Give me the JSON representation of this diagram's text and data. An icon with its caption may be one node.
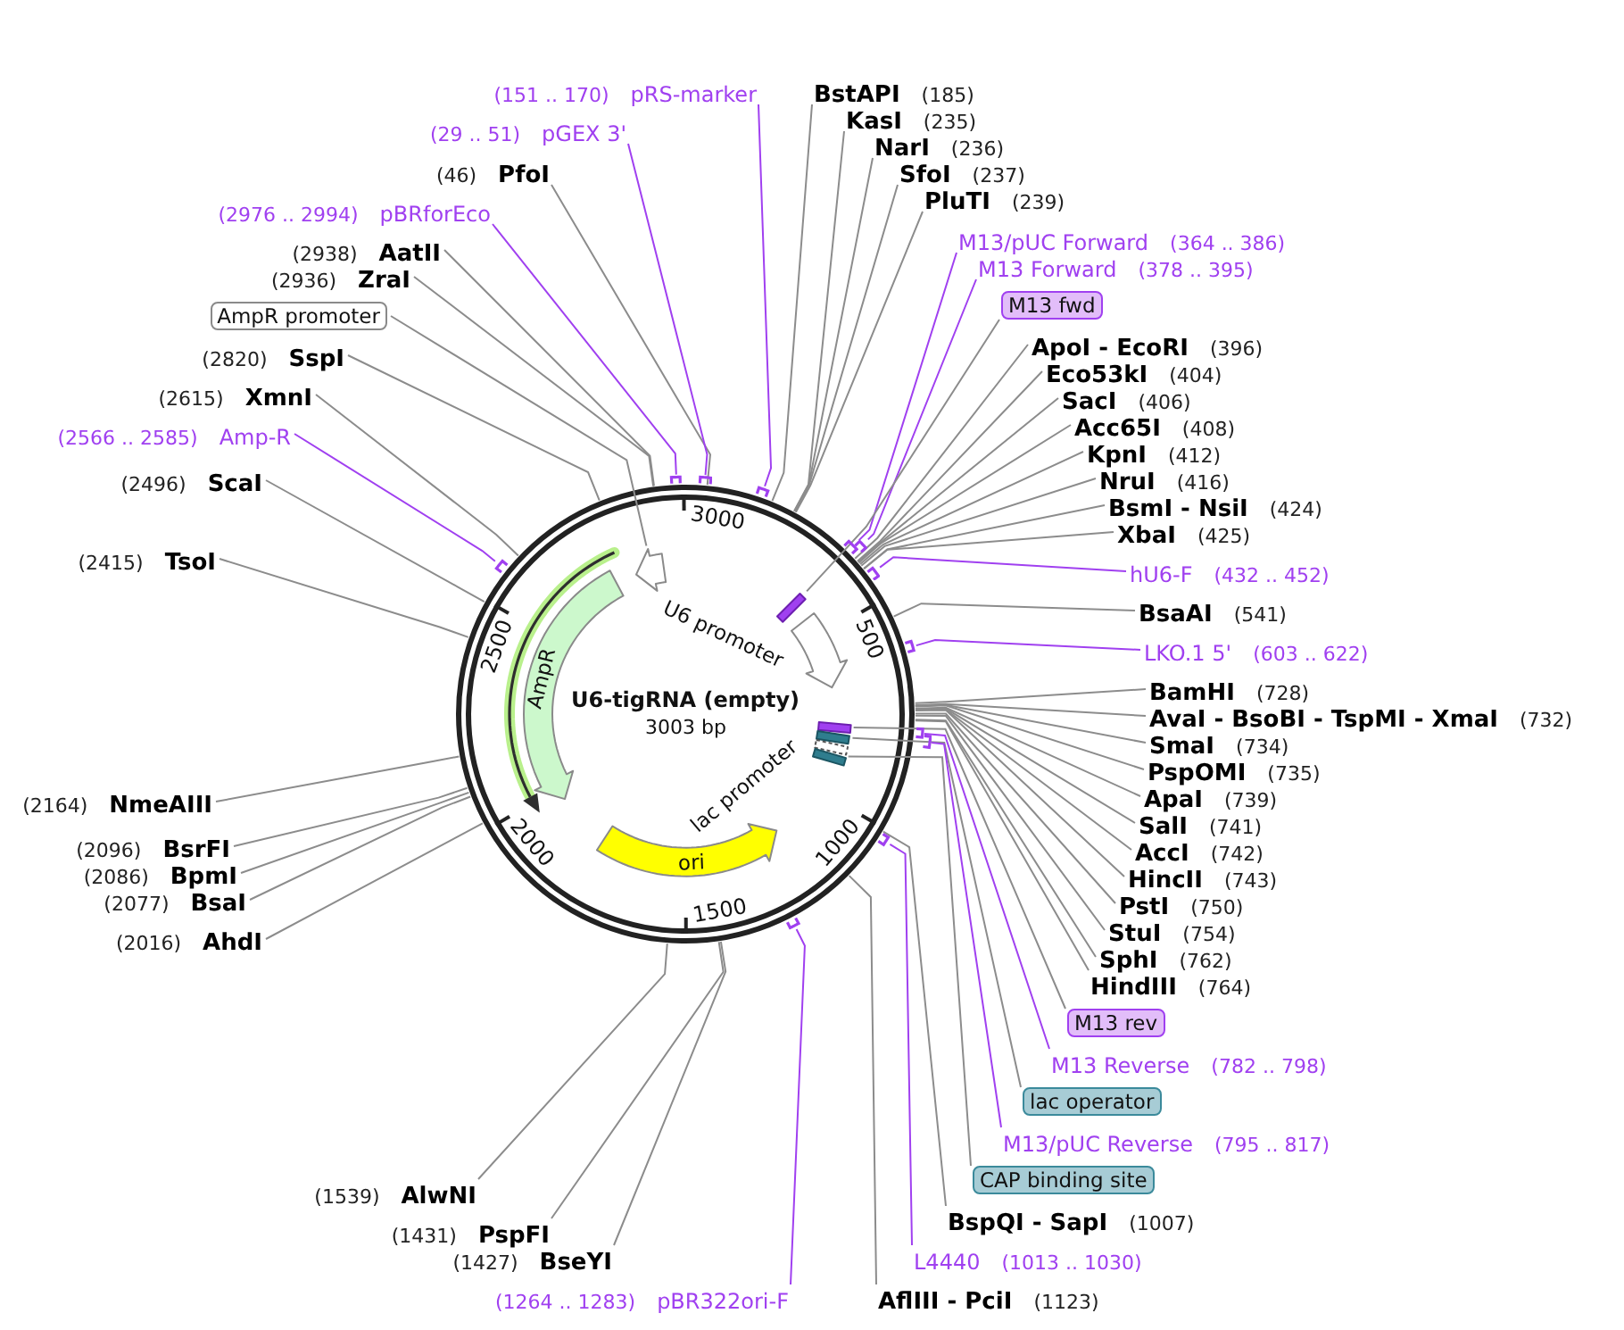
{
  "diagram": {
    "nodes": [
      {
        "text": [
          "U6-tigRNA (empty)",
          "3003 bp"
        ]
      },
      {
        "text": [],
        "shape": "arrow",
        "in": 0
      },
      {
        "text": [
          "U6 promoter"
        ],
        "in": 0
      },
      {
        "text": [],
        "shape": "bar",
        "in": 0
      },
      {
        "text": [],
        "shape": "bar",
        "in": 0
      },
      {
        "text": [],
        "shape": "bar",
        "in": 0
      },
      {
        "text": [
          "lac promoter"
        ],
        "in": 0
      },
      {
        "text": [],
        "shape": "bar",
        "in": 0
      },
      {
        "text": [
          "ori"
        ],
        "in": 0
      },
      {
        "text": [
          "AmpR"
        ],
        "in": 0
      },
      {
        "text": [
          "BstAPI",
          "(185)"
        ]
      },
      {
        "text": [
          "KasI",
          "(235)"
        ]
      },
      {
        "text": [
          "NarI",
          "(236)"
        ]
      },
      {
        "text": [
          "SfoI",
          "(237)"
        ]
      },
      {
        "text": [
          "PluTI",
          "(239)"
        ]
      },
      {
        "text": [
          "M13/pUC Forward",
          "(364 .. 386)"
        ]
      },
      {
        "text": [
          "M13 Forward",
          "(378 .. 395)"
        ]
      },
      {
        "text": [
          "M13 fwd"
        ]
      },
      {
        "text": [
          "ApoI - EcoRI",
          "(396)"
        ]
      },
      {
        "text": [
          "Eco53kI",
          "(404)"
        ]
      },
      {
        "text": [
          "SacI",
          "(406)"
        ]
      },
      {
        "text": [
          "Acc65I",
          "(408)"
        ]
      },
      {
        "text": [
          "KpnI",
          "(412)"
        ]
      },
      {
        "text": [
          "NruI",
          "(416)"
        ]
      },
      {
        "text": [
          "BsmI - NsiI",
          "(424)"
        ]
      },
      {
        "text": [
          "XbaI",
          "(425)"
        ]
      },
      {
        "text": [
          "hU6-F",
          "(432 .. 452)"
        ]
      },
      {
        "text": [
          "BsaAI",
          "(541)"
        ]
      },
      {
        "text": [
          "LKO.1 5'",
          "(603 .. 622)"
        ]
      },
      {
        "text": [
          "BamHI",
          "(728)"
        ]
      },
      {
        "text": [
          "AvaI - BsoBI - TspMI - XmaI",
          "(732)"
        ]
      },
      {
        "text": [
          "SmaI",
          "(734)"
        ]
      },
      {
        "text": [
          "PspOMI",
          "(735)"
        ]
      },
      {
        "text": [
          "ApaI",
          "(739)"
        ]
      },
      {
        "text": [
          "SalI",
          "(741)"
        ]
      },
      {
        "text": [
          "AccI",
          "(742)"
        ]
      },
      {
        "text": [
          "HincII",
          "(743)"
        ]
      },
      {
        "text": [
          "PstI",
          "(750)"
        ]
      },
      {
        "text": [
          "StuI",
          "(754)"
        ]
      },
      {
        "text": [
          "SphI",
          "(762)"
        ]
      },
      {
        "text": [
          "HindIII",
          "(764)"
        ]
      },
      {
        "text": [
          "M13 rev"
        ]
      },
      {
        "text": [
          "M13 Reverse",
          "(782 .. 798)"
        ]
      },
      {
        "text": [
          "lac operator"
        ]
      },
      {
        "text": [
          "M13/pUC Reverse",
          "(795 .. 817)"
        ]
      },
      {
        "text": [
          "CAP binding site"
        ]
      },
      {
        "text": [
          "BspQI - SapI",
          "(1007)"
        ]
      },
      {
        "text": [
          "L4440",
          "(1013 .. 1030)"
        ]
      },
      {
        "text": [
          "AflIII - PciI",
          "(1123)"
        ]
      },
      {
        "text": [
          "(1264 .. 1283)",
          "pBR322ori-F"
        ]
      },
      {
        "text": [
          "(1427)",
          "BseYI"
        ]
      },
      {
        "text": [
          "(1431)",
          "PspFI"
        ]
      },
      {
        "text": [
          "(1539)",
          "AlwNI"
        ]
      },
      {
        "text": [
          "(2016)",
          "AhdI"
        ]
      },
      {
        "text": [
          "(2077)",
          "BsaI"
        ]
      },
      {
        "text": [
          "(2086)",
          "BpmI"
        ]
      },
      {
        "text": [
          "(2096)",
          "BsrFI"
        ]
      },
      {
        "text": [
          "(2164)",
          "NmeAIII"
        ]
      },
      {
        "text": [
          "(2415)",
          "TsoI"
        ]
      },
      {
        "text": [
          "(2496)",
          "ScaI"
        ]
      },
      {
        "text": [
          "(2566 .. 2585)",
          "Amp-R"
        ]
      },
      {
        "text": [
          "(2615)",
          "XmnI"
        ]
      },
      {
        "text": [
          "(2820)",
          "SspI"
        ]
      },
      {
        "text": [
          "AmpR promoter"
        ]
      },
      {
        "text": [
          "(2936)",
          "ZraI"
        ]
      },
      {
        "text": [
          "(2938)",
          "AatII"
        ]
      },
      {
        "text": [
          "(2976 .. 2994)",
          "pBRforEco"
        ]
      },
      {
        "text": [
          "(46)",
          "PfoI"
        ]
      },
      {
        "text": [
          "(29 .. 51)",
          "pGEX 3'"
        ]
      },
      {
        "text": [
          "(151 .. 170)",
          "pRS-marker"
        ]
      },
      {
        "text": [],
        "shape": "bracket"
      },
      {
        "text": [],
        "shape": "bracket"
      },
      {
        "text": [],
        "shape": "bracket"
      },
      {
        "text": [],
        "shape": "bracket"
      },
      {
        "text": [],
        "shape": "bracket"
      },
      {
        "text": [],
        "shape": "bracket"
      },
      {
        "text": [],
        "shape": "bracket"
      },
      {
        "text": [],
        "shape": "bracket"
      },
      {
        "text": [],
        "shape": "bracket"
      },
      {
        "text": [],
        "shape": "bracket"
      },
      {
        "text": [],
        "shape": "bracket"
      },
      {
        "text": [],
        "shape": "bracket"
      }
    ],
    "edges": [
      {
        "from": 10,
        "to": 0,
        "arrow": "none"
      },
      {
        "from": 11,
        "to": 0,
        "arrow": "none"
      },
      {
        "from": 12,
        "to": 0,
        "arrow": "none"
      },
      {
        "from": 13,
        "to": 0,
        "arrow": "none"
      },
      {
        "from": 14,
        "to": 0,
        "arrow": "none"
      },
      {
        "from": 15,
        "to": 70,
        "arrow": "none",
        "color": "#a040f0"
      },
      {
        "from": 16,
        "to": 71,
        "arrow": "none",
        "color": "#a040f0"
      },
      {
        "from": 17,
        "to": 3,
        "arrow": "none"
      },
      {
        "from": 18,
        "to": 0,
        "arrow": "none"
      },
      {
        "from": 19,
        "to": 0,
        "arrow": "none"
      },
      {
        "from": 20,
        "to": 0,
        "arrow": "none"
      },
      {
        "from": 21,
        "to": 0,
        "arrow": "none"
      },
      {
        "from": 22,
        "to": 0,
        "arrow": "none"
      },
      {
        "from": 23,
        "to": 0,
        "arrow": "none"
      },
      {
        "from": 24,
        "to": 0,
        "arrow": "none"
      },
      {
        "from": 25,
        "to": 0,
        "arrow": "none"
      },
      {
        "from": 26,
        "to": 72,
        "arrow": "none",
        "color": "#a040f0"
      },
      {
        "from": 27,
        "to": 0,
        "arrow": "none"
      },
      {
        "from": 28,
        "to": 73,
        "arrow": "none",
        "color": "#a040f0"
      },
      {
        "from": 29,
        "to": 0,
        "arrow": "none"
      },
      {
        "from": 30,
        "to": 0,
        "arrow": "none"
      },
      {
        "from": 31,
        "to": 0,
        "arrow": "none"
      },
      {
        "from": 32,
        "to": 0,
        "arrow": "none"
      },
      {
        "from": 33,
        "to": 0,
        "arrow": "none"
      },
      {
        "from": 34,
        "to": 0,
        "arrow": "none"
      },
      {
        "from": 35,
        "to": 0,
        "arrow": "none"
      },
      {
        "from": 36,
        "to": 0,
        "arrow": "none"
      },
      {
        "from": 37,
        "to": 0,
        "arrow": "none"
      },
      {
        "from": 38,
        "to": 0,
        "arrow": "none"
      },
      {
        "from": 39,
        "to": 0,
        "arrow": "none"
      },
      {
        "from": 40,
        "to": 0,
        "arrow": "none"
      },
      {
        "from": 41,
        "to": 4,
        "arrow": "none"
      },
      {
        "from": 42,
        "to": 74,
        "arrow": "none",
        "color": "#a040f0"
      },
      {
        "from": 43,
        "to": 5,
        "arrow": "none"
      },
      {
        "from": 44,
        "to": 75,
        "arrow": "none",
        "color": "#a040f0"
      },
      {
        "from": 45,
        "to": 7,
        "arrow": "none"
      },
      {
        "from": 46,
        "to": 0,
        "arrow": "none"
      },
      {
        "from": 47,
        "to": 76,
        "arrow": "none",
        "color": "#a040f0"
      },
      {
        "from": 48,
        "to": 0,
        "arrow": "none"
      },
      {
        "from": 49,
        "to": 77,
        "arrow": "none",
        "color": "#a040f0"
      },
      {
        "from": 50,
        "to": 0,
        "arrow": "none"
      },
      {
        "from": 51,
        "to": 0,
        "arrow": "none"
      },
      {
        "from": 52,
        "to": 0,
        "arrow": "none"
      },
      {
        "from": 53,
        "to": 0,
        "arrow": "none"
      },
      {
        "from": 54,
        "to": 0,
        "arrow": "none"
      },
      {
        "from": 55,
        "to": 0,
        "arrow": "none"
      },
      {
        "from": 56,
        "to": 0,
        "arrow": "none"
      },
      {
        "from": 57,
        "to": 0,
        "arrow": "none"
      },
      {
        "from": 58,
        "to": 0,
        "arrow": "none"
      },
      {
        "from": 59,
        "to": 0,
        "arrow": "none"
      },
      {
        "from": 60,
        "to": 78,
        "arrow": "none",
        "color": "#a040f0"
      },
      {
        "from": 61,
        "to": 0,
        "arrow": "none"
      },
      {
        "from": 62,
        "to": 0,
        "arrow": "none"
      },
      {
        "from": 63,
        "to": 1,
        "arrow": "none"
      },
      {
        "from": 64,
        "to": 0,
        "arrow": "none"
      },
      {
        "from": 65,
        "to": 0,
        "arrow": "none"
      },
      {
        "from": 66,
        "to": 79,
        "arrow": "none",
        "color": "#a040f0"
      },
      {
        "from": 67,
        "to": 0,
        "arrow": "none"
      },
      {
        "from": 68,
        "to": 80,
        "arrow": "none",
        "color": "#a040f0"
      },
      {
        "from": 69,
        "to": 81,
        "arrow": "none",
        "color": "#a040f0"
      }
    ],
    "labels": [
      "3000",
      "500",
      "1000",
      "1500",
      "2000",
      "2500"
    ]
  }
}
